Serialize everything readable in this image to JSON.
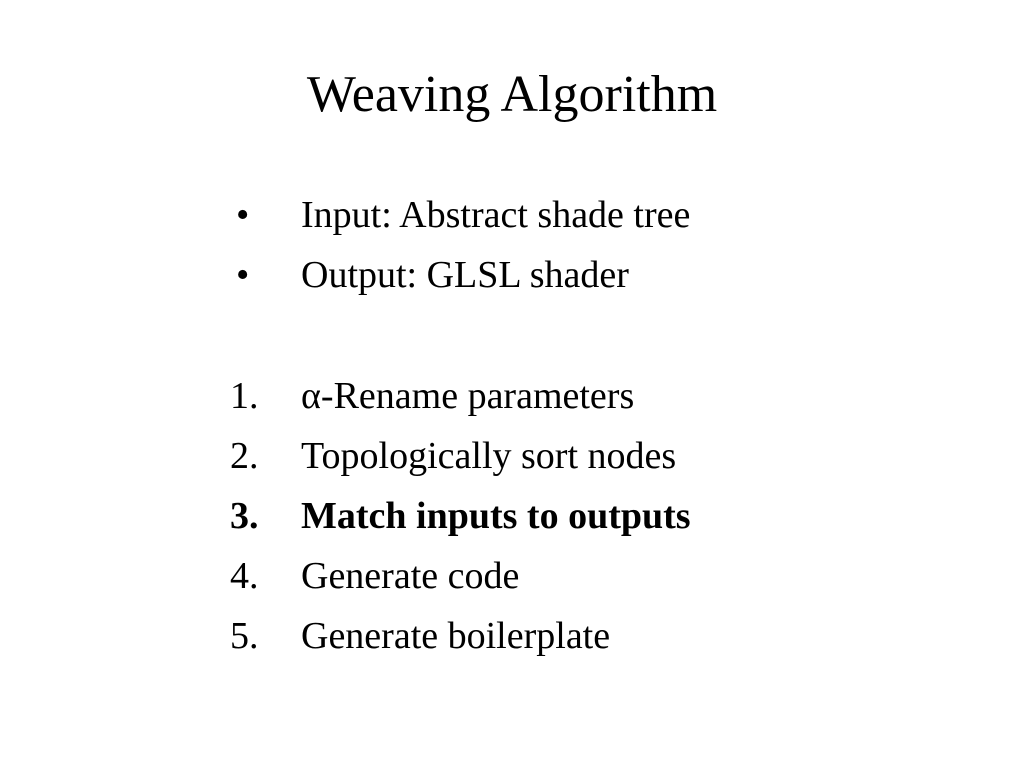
{
  "slide": {
    "title": "Weaving Algorithm",
    "bullets": [
      {
        "marker": "•",
        "text": "Input: Abstract shade tree"
      },
      {
        "marker": "•",
        "text": "Output: GLSL shader"
      }
    ],
    "steps": [
      {
        "marker": "1.",
        "text": "α-Rename parameters",
        "bold": false
      },
      {
        "marker": "2.",
        "text": "Topologically sort nodes",
        "bold": false
      },
      {
        "marker": "3.",
        "text": "Match inputs to outputs",
        "bold": true
      },
      {
        "marker": "4.",
        "text": "Generate code",
        "bold": false
      },
      {
        "marker": "5.",
        "text": "Generate boilerplate",
        "bold": false
      }
    ]
  }
}
